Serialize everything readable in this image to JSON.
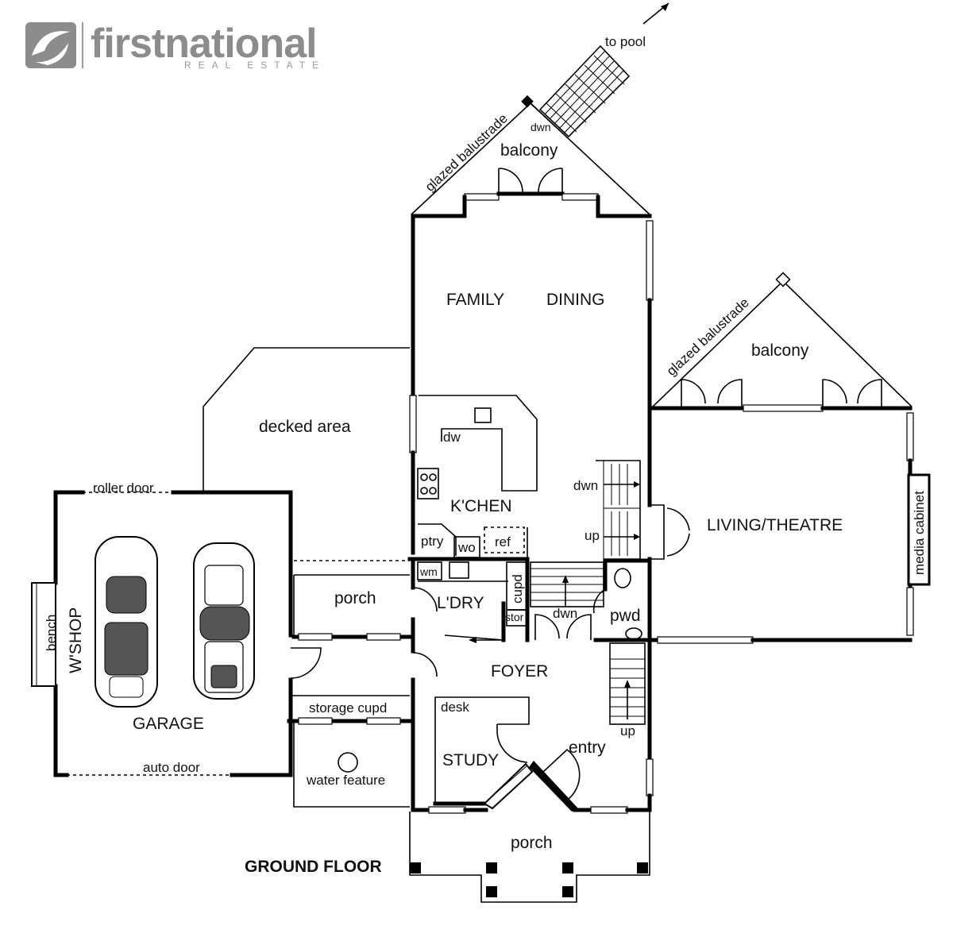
{
  "brand": {
    "name": "firstnational",
    "tagline": "REAL ESTATE",
    "logo_icon": "first-national-swirl-logo"
  },
  "plan": {
    "floor_title": "GROUND FLOOR",
    "rooms": {
      "family": "FAMILY",
      "dining": "DINING",
      "kitchen": "K'CHEN",
      "laundry": "L'DRY",
      "foyer": "FOYER",
      "study": "STUDY",
      "living_theatre": "LIVING/THEATRE",
      "garage": "GARAGE",
      "workshop": "W'SHOP",
      "decked_area": "decked area",
      "balcony_top": "balcony",
      "balcony_right": "balcony",
      "porch_side": "porch",
      "porch_front": "porch",
      "entry": "entry",
      "pwd": "pwd"
    },
    "labels": {
      "to_pool": "to pool",
      "dwn_pool_stair": "dwn",
      "glazed_balustrade_left": "glazed balustrade",
      "glazed_balustrade_right": "glazed balustrade",
      "dw": "dw",
      "ptry": "ptry",
      "wo": "wo",
      "ref": "ref",
      "wm": "wm",
      "cupd": "cupd",
      "stor": "stor",
      "dwn_kitchen_stair": "dwn",
      "up_kitchen_stair": "up",
      "dwn_foyer_stair": "dwn",
      "up_entry_stair": "up",
      "desk": "desk",
      "storage_cupd": "storage cupd",
      "water_feature": "water feature",
      "roller_door": "roller door",
      "auto_door": "auto door",
      "bench": "bench",
      "media_cabinet": "media cabinet"
    }
  }
}
